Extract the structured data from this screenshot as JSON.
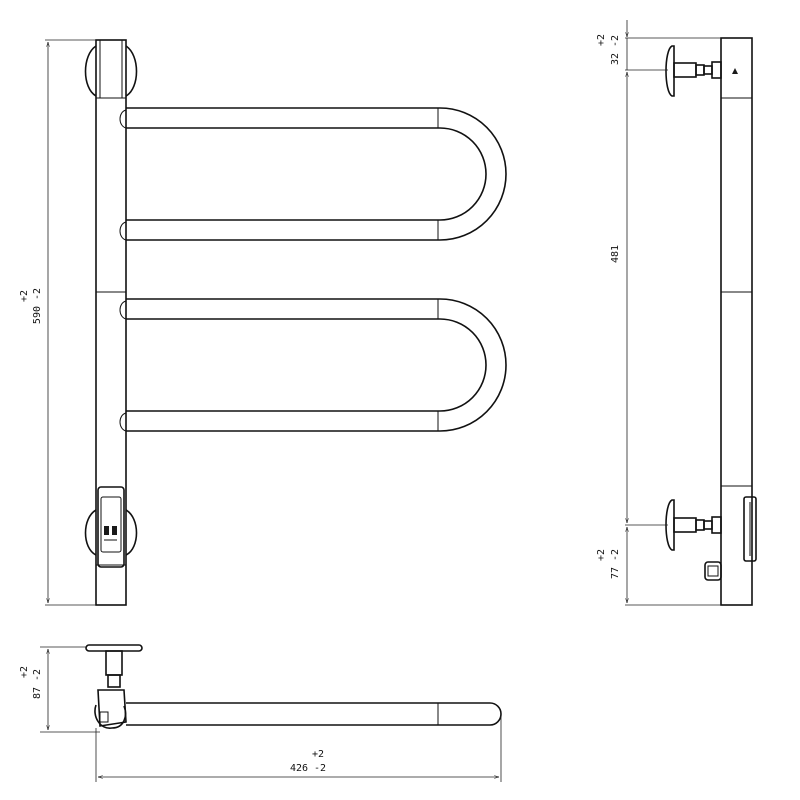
{
  "front_view": {
    "height_tol_upper": "+2",
    "height_value": "590 -2"
  },
  "side_view": {
    "top_tol_upper": "+2",
    "top_value": "32 -2",
    "span_value": "481",
    "bottom_tol_upper": "+2",
    "bottom_value": "77 -2"
  },
  "top_view": {
    "depth_tol_upper": "+2",
    "depth_value": "87 -2",
    "width_tol_upper": "+2",
    "width_value": "426 -2"
  },
  "colors": {
    "line": "#111111",
    "background": "#ffffff"
  }
}
